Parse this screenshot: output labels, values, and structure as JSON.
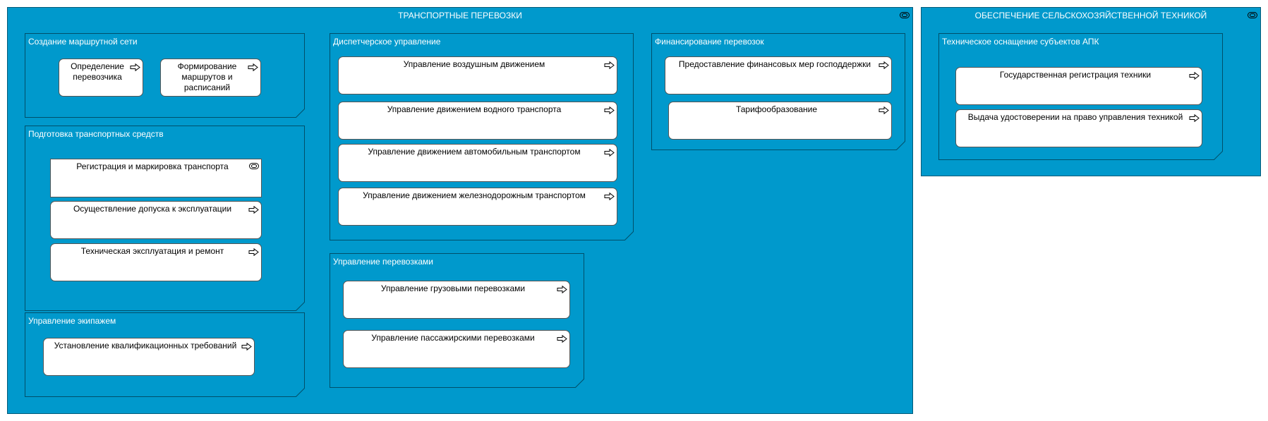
{
  "transport": {
    "title": "ТРАНСПОРТНЫЕ ПЕРЕВОЗКИ",
    "route_network": {
      "title": "Создание маршрутной сети",
      "items": [
        "Определение перевозчика",
        "Формирование маршрутов и расписаний"
      ]
    },
    "vehicle_prep": {
      "title": "Подготовка транспортных средств",
      "items": [
        "Регистрация и маркировка транспорта",
        "Осуществление допуска к эксплуатации",
        "Техническая эксплуатация и ремонт"
      ]
    },
    "crew": {
      "title": "Управление экипажем",
      "items": [
        "Установление квалификационных требований"
      ]
    },
    "dispatch": {
      "title": "Диспетчерское управление",
      "items": [
        "Управление воздушным движением",
        "Управление движением водного транспорта",
        "Управление движением автомобильным транспортом",
        "Управление движением железнодорожным транспортом"
      ]
    },
    "transport_mgmt": {
      "title": "Управление перевозками",
      "items": [
        "Управление грузовыми перевозками",
        "Управление пассажирскими перевозками"
      ]
    },
    "financing": {
      "title": "Финансирование перевозок",
      "items": [
        "Предоставление финансовых мер господдержки",
        "Тарифообразование"
      ]
    }
  },
  "agri": {
    "title": "ОБЕСПЕЧЕНИЕ СЕЛЬСКОХОЗЯЙСТВЕННОЙ ТЕХНИКОЙ",
    "tech_equipment": {
      "title": "Техническое оснащение субъектов АПК",
      "items": [
        "Государственная регистрация техники",
        "Выдача удостоверении на право управления техникой"
      ]
    }
  },
  "colors": {
    "fill": "#0099cc",
    "border": "#004f6a",
    "box": "#ffffff"
  },
  "icons": {
    "function": "arrow-icon",
    "service": "service-icon"
  }
}
